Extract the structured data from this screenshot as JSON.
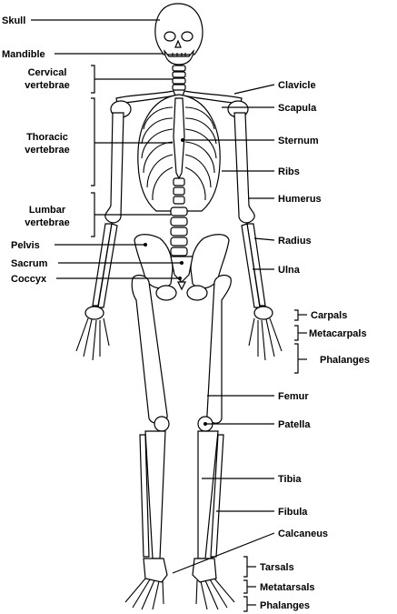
{
  "labels": {
    "skull": "Skull",
    "mandible": "Mandible",
    "cervical_1": "Cervical",
    "cervical_2": "vertebrae",
    "thoracic_1": "Thoracic",
    "thoracic_2": "vertebrae",
    "lumbar_1": "Lumbar",
    "lumbar_2": "vertebrae",
    "pelvis": "Pelvis",
    "sacrum": "Sacrum",
    "coccyx": "Coccyx",
    "clavicle": "Clavicle",
    "scapula": "Scapula",
    "sternum": "Sternum",
    "ribs": "Ribs",
    "humerus": "Humerus",
    "radius": "Radius",
    "ulna": "Ulna",
    "carpals": "Carpals",
    "metacarpals": "Metacarpals",
    "phalanges_hand": "Phalanges",
    "femur": "Femur",
    "patella": "Patella",
    "tibia": "Tibia",
    "fibula": "Fibula",
    "calcaneus": "Calcaneus",
    "tarsals": "Tarsals",
    "metatarsals": "Metatarsals",
    "phalanges_foot": "Phalanges"
  },
  "colors": {
    "ink": "#000000",
    "paper": "#ffffff"
  }
}
